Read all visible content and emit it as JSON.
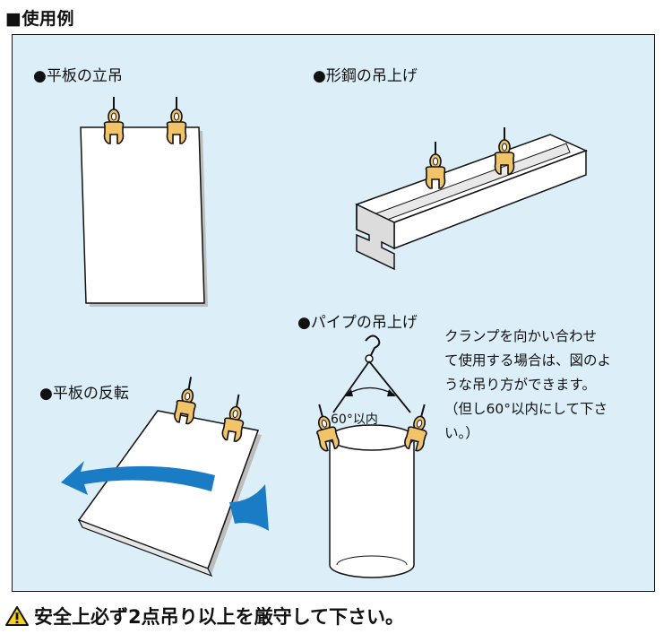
{
  "header": {
    "title": "■使用例"
  },
  "labels": {
    "vertical_plate": "●平板の立吊",
    "section_steel": "●形鋼の吊上げ",
    "pipe": "●パイプの吊上げ",
    "plate_turnover": "●平板の反転"
  },
  "angle_label": "60°以内",
  "note": {
    "lines": [
      "クランプを向かい合わせ",
      "て使用する場合は、図のよ",
      "うな吊り方ができます。",
      "（但し60°以内にして下さ",
      "い。）"
    ]
  },
  "warning": {
    "text": "安全上必ず2点吊り以上を厳守して下さい。",
    "icon": "warning-triangle-icon"
  },
  "colors": {
    "panel_bg": "#dceef8",
    "clamp": "#f2c46a",
    "arrow": "#1a7cc4"
  }
}
